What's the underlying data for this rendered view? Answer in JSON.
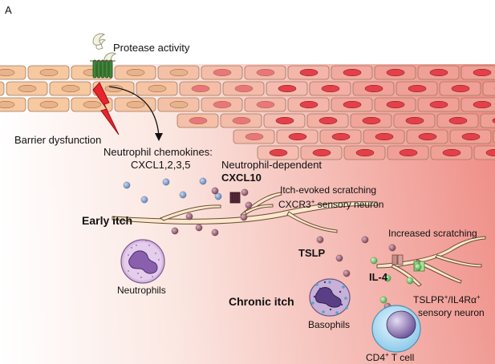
{
  "panel_label": "A",
  "labels": {
    "protease_activity": "Protease activity",
    "barrier_dysfunction": "Barrier dysfunction",
    "neutrophil_chemokines": "Neutrophil chemokines:",
    "cxcl_list": "CXCL1,2,3,5",
    "neutrophil_dependent": "Neutrophil-dependent",
    "cxcl10": "CXCL10",
    "itch_evoked_scratching": "Itch-evoked scratching",
    "cxcr3_neuron_prefix": "CXCR3",
    "cxcr3_neuron_sup": "+",
    "cxcr3_neuron_suffix": " sensory neuron",
    "early_itch": "Early itch",
    "increased_scratching": "Increased scratching",
    "tslp": "TSLP",
    "il4": "IL-4",
    "neutrophils": "Neutrophils",
    "chronic_itch": "Chronic itch",
    "basophils": "Basophils",
    "tslpr_prefix": "TSLPR",
    "tslpr_sup1": "+",
    "tslpr_mid": "/IL4Rα",
    "tslpr_sup2": "+",
    "sensory_neuron": "sensory neuron",
    "cd4_prefix": "CD4",
    "cd4_sup": "+",
    "cd4_suffix": " T cell"
  },
  "colors": {
    "healthy_cell": "#f7c9a0",
    "inflamed_cell": "#e3404a",
    "background_gradient_end": "#ee8a82",
    "receptor": "#3d8a3a",
    "lightning": "#e8242c",
    "chemokine_dot": "#6f8fc0",
    "cytokine_dot": "#8a4a5a",
    "il4_dot": "#5cc05a",
    "neutrophil": "#c9a0d2",
    "basophil": "#b79ac7",
    "tcell": "#a8d8ef"
  }
}
